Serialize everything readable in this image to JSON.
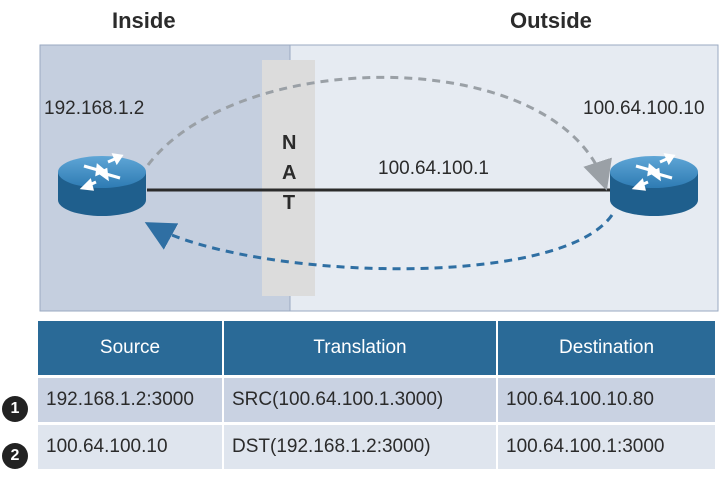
{
  "header": {
    "inside": "Inside",
    "outside": "Outside"
  },
  "diagram": {
    "inside_ip": "192.168.1.2",
    "outside_ip": "100.64.100.10",
    "nat_letters": [
      "N",
      "A",
      "T"
    ],
    "link_ip": "100.64.100.1"
  },
  "table": {
    "headers": [
      "Source",
      "Translation",
      "Destination"
    ],
    "rows": [
      {
        "step": "1",
        "source": "192.168.1.2:3000",
        "translation": "SRC(100.64.100.1.3000)",
        "destination": "100.64.100.10.80"
      },
      {
        "step": "2",
        "source": "100.64.100.10",
        "translation": "DST(192.168.1.2:3000)",
        "destination": "100.64.100.1:3000"
      }
    ]
  },
  "colors": {
    "inside_bg": "#c5cfdf",
    "outside_bg": "#e6ebf2",
    "nat_strip": "#dcdcdc",
    "router_blue": "#2a73a8",
    "header_blue": "#2a6a97",
    "arrow_gray": "#9aa0a6",
    "arrow_blue": "#2f6fa3"
  }
}
